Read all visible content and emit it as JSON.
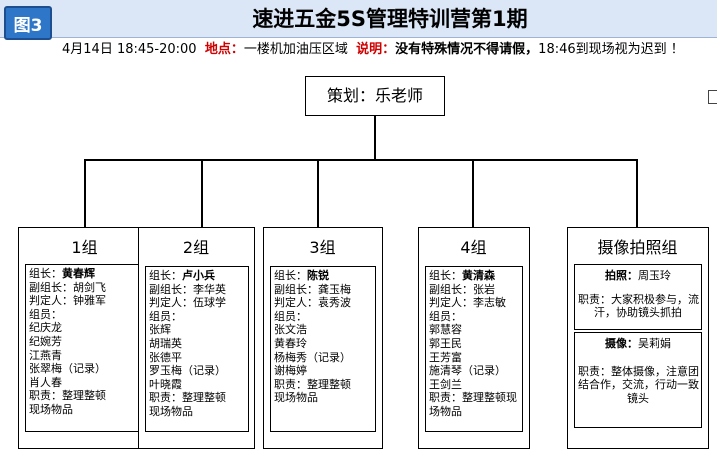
{
  "figure_badge": "图3",
  "title": "速进五金5S管理特训营第1期",
  "info": {
    "time_text": "4月14日  18:45-20:00",
    "location_label": "地点：",
    "location_value": "一楼机加油压区域",
    "note_label": "说明：",
    "note_bold": "没有特殊情况不得请假，",
    "note_rest": "18:46到现场视为迟到 ！"
  },
  "planner": "策划：乐老师",
  "groups": [
    {
      "title": "1组",
      "leader_label": "组长：",
      "leader": "黄春辉",
      "lines": [
        "副组长：胡剑飞",
        "判定人：钟雅军",
        "组员：",
        "纪庆龙",
        "纪婉芳",
        "江燕青",
        "张翠梅（记录）",
        "肖人春",
        "职责：整理整顿",
        "现场物品"
      ]
    },
    {
      "title": "2组",
      "leader_label": "组长：",
      "leader": "卢小兵",
      "lines": [
        "副组长：李华英",
        "判定人：伍球学",
        "组员：",
        "张辉",
        "胡瑞英",
        "张德平",
        "罗玉梅（记录）",
        "叶晓霞",
        "职责：整理整顿",
        "现场物品"
      ]
    },
    {
      "title": "3组",
      "leader_label": "组长：",
      "leader": "陈锐",
      "lines": [
        "副组长：龚玉梅",
        "判定人：袁秀波",
        "组员：",
        "张文浩",
        "黄春玲",
        "杨梅秀（记录）",
        "谢梅婷",
        "职责：整理整顿",
        "现场物品"
      ]
    },
    {
      "title": "4组",
      "leader_label": "组长：",
      "leader": "黄清森",
      "lines": [
        "副组长：张岩",
        "判定人：李志敏",
        "组员：",
        "郭慧容",
        "郭王民",
        "王芳富",
        "施清琴（记录）",
        "王剑兰",
        "职责：整理整顿现",
        "场物品"
      ]
    }
  ],
  "photo_group": {
    "title": "摄像拍照组",
    "photo": {
      "label": "拍照：",
      "person": "周玉玲",
      "duty_lines": [
        "职责：大家积极参与，流",
        "汗，协助镜头抓拍"
      ]
    },
    "video": {
      "label": "摄像：",
      "person": "吴莉娟",
      "duty_lines": [
        "职责：整体摄像，注意团",
        "结合作，交流，行动一致",
        "镜头"
      ]
    }
  }
}
